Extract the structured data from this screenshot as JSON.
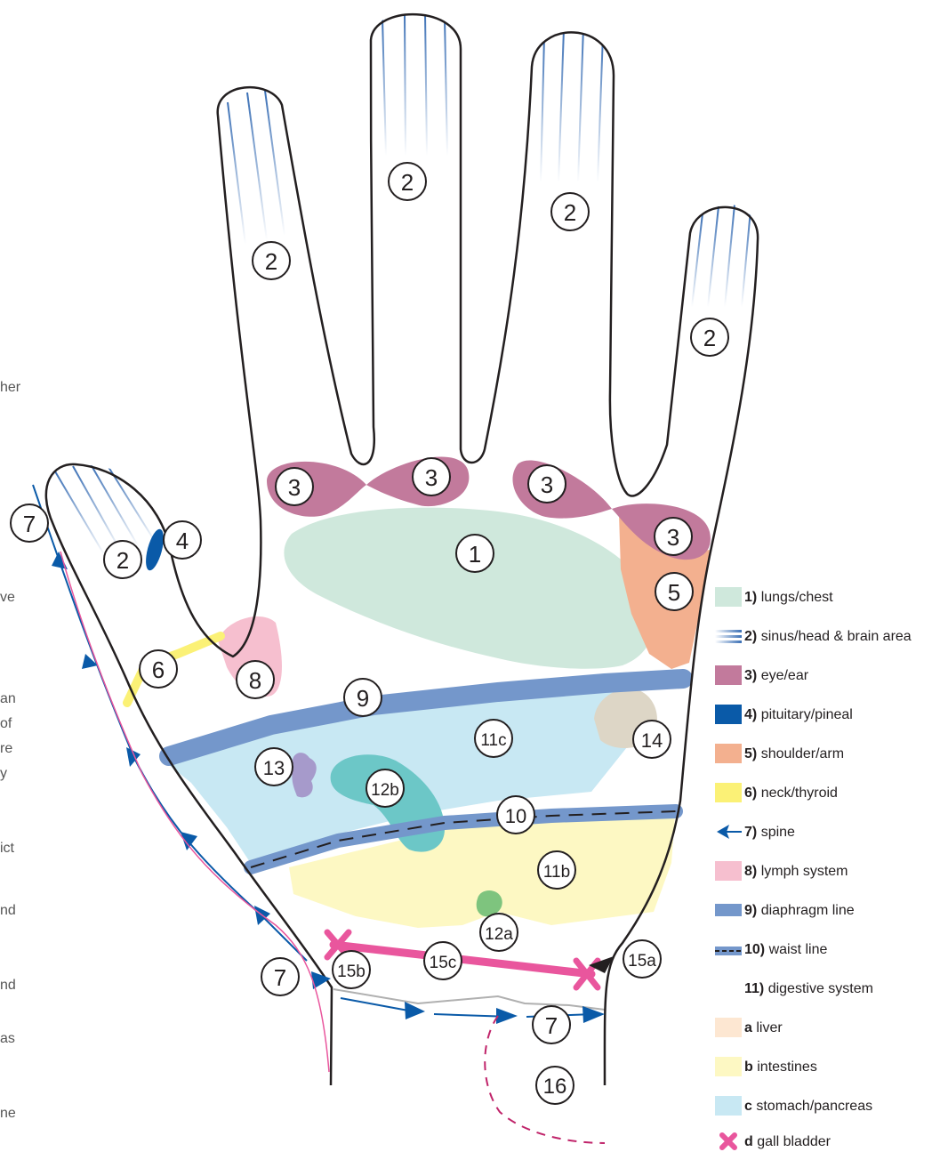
{
  "clipped_text": [
    "her",
    "ve",
    "an",
    "of",
    "re",
    "y",
    "ict",
    "nd",
    "nd",
    "as",
    "ne"
  ],
  "zone_labels": {
    "l1": "1",
    "l2a": "2",
    "l2b": "2",
    "l2c": "2",
    "l2d": "2",
    "l2e": "2",
    "l3a": "3",
    "l3b": "3",
    "l3c": "3",
    "l3d": "3",
    "l4": "4",
    "l5": "5",
    "l6": "6",
    "l7a": "7",
    "l7b": "7",
    "l7c": "7",
    "l8": "8",
    "l9": "9",
    "l10": "10",
    "l11b": "11b",
    "l11c": "11c",
    "l12a": "12a",
    "l12b": "12b",
    "l13": "13",
    "l14": "14",
    "l15a": "15a",
    "l15b": "15b",
    "l15c": "15c",
    "l16": "16"
  },
  "legend": [
    {
      "num": "1)",
      "text": "lungs/chest",
      "color": "#cfe8dc"
    },
    {
      "num": "2)",
      "text": "sinus/head & brain area",
      "color": "#3a6fb5"
    },
    {
      "num": "3)",
      "text": "eye/ear",
      "color": "#c27a9c"
    },
    {
      "num": "4)",
      "text": "pituitary/pineal",
      "color": "#0a5aa8"
    },
    {
      "num": "5)",
      "text": "shoulder/arm",
      "color": "#f3b08f"
    },
    {
      "num": "6)",
      "text": "neck/thyroid",
      "color": "#fbf176"
    },
    {
      "num": "7)",
      "text": "spine",
      "color": "#0a5aa8"
    },
    {
      "num": "8)",
      "text": "lymph system",
      "color": "#f6bfcf"
    },
    {
      "num": "9)",
      "text": "diaphragm line",
      "color": "#7497cb"
    },
    {
      "num": "10)",
      "text": "waist line",
      "color": "#7497cb"
    },
    {
      "num": "11)",
      "text": "digestive system",
      "color": ""
    },
    {
      "num": "a",
      "text": "liver",
      "color": "#fde7d2"
    },
    {
      "num": "b",
      "text": "intestines",
      "color": "#fdf8c3"
    },
    {
      "num": "c",
      "text": "stomach/pancreas",
      "color": "#c8e8f3"
    },
    {
      "num": "d",
      "text": "gall bladder",
      "color": "#e9569d"
    }
  ],
  "colors": {
    "outline": "#231f20",
    "lungs": "#cfe8dc",
    "eye_ear": "#c27a9c",
    "pituitary": "#0a5aa8",
    "shoulder": "#f3b08f",
    "neck": "#fbf176",
    "spine": "#0a5aa8",
    "lymph": "#f6bfcf",
    "diaphragm": "#7497cb",
    "liver": "#fde7d2",
    "intestines": "#fdf8c3",
    "stomach": "#c8e8f3",
    "gall_bladder": "#e9569d",
    "zone12": "#6cc7c7",
    "zone12a": "#7ec47e",
    "zone13": "#a69acb",
    "zone14": "#ddd6c6"
  }
}
